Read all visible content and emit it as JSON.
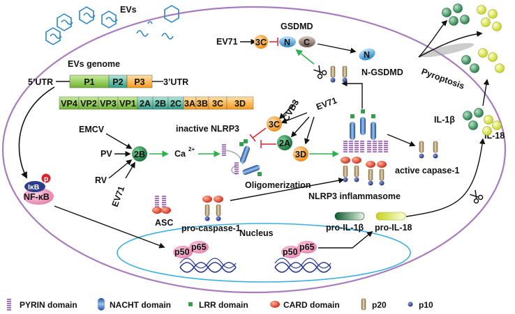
{
  "labels": {
    "evs": "EVs",
    "evs_genome": "EVs genome",
    "utr5": "5’UTR",
    "utr3": "3’UTR",
    "gsdmd": "GSDMD",
    "n_gsdmd": "N-GSDMD",
    "pyroptosis": "Pyroptosis",
    "inactive_nlrp3": "inactive NLRP3",
    "ca": "Ca",
    "ca_sup": "2+",
    "oligomerization": "Oligomerization",
    "nlrp3_inflammasome": "NLRP3 inflammasome",
    "active_caspase": "active capase-1",
    "il1b": "IL-1β",
    "il18": "IL-18",
    "asc": "ASC",
    "pro_caspase": "pro-caspase-1",
    "pro_il1b": "pro-IL-1β",
    "pro_il18": "pro-IL-18",
    "nucleus": "Nucleus",
    "ikb": "IκB",
    "p": "p",
    "nfkb": "NF-κB",
    "p50": "p50",
    "p65": "p65"
  },
  "genome_segments": [
    {
      "label": "P1",
      "color": "#8dc63f"
    },
    {
      "label": "P2",
      "color": "#4db8a0"
    },
    {
      "label": "P3",
      "color": "#f7a530"
    }
  ],
  "polyprotein": [
    {
      "label": "VP4",
      "color": "#8dc63f"
    },
    {
      "label": "VP2",
      "color": "#8dc63f"
    },
    {
      "label": "VP3",
      "color": "#8dc63f"
    },
    {
      "label": "VP1",
      "color": "#8dc63f"
    },
    {
      "label": "2A",
      "color": "#3aab9a"
    },
    {
      "label": "2B",
      "color": "#3aab9a"
    },
    {
      "label": "2C",
      "color": "#3aab9a"
    },
    {
      "label": "3A",
      "color": "#f7a530"
    },
    {
      "label": "3B",
      "color": "#f7a530"
    },
    {
      "label": "3C",
      "color": "#f7a530"
    },
    {
      "label": "3D",
      "color": "#f7a530"
    }
  ],
  "viruses": {
    "ev71_top": "EV71",
    "cvb3": "CVB3",
    "ev71_mid": "EV71",
    "emcv": "EMCV",
    "pv": "PV",
    "rv": "RV",
    "ev71_low": "EV71"
  },
  "proteases": {
    "c3_top": "3C",
    "c3_mid": "3C",
    "a2": "2A",
    "d3": "3D",
    "b2": "2B"
  },
  "gsdmd_parts": {
    "n": "N",
    "c": "C",
    "n2": "N"
  },
  "legend": [
    {
      "icon": "pyrin",
      "label": "PYRIN domain"
    },
    {
      "icon": "nacht",
      "label": "NACHT domain"
    },
    {
      "icon": "lrr",
      "label": "LRR domain"
    },
    {
      "icon": "card",
      "label": "CARD domain"
    },
    {
      "icon": "p20",
      "label": "p20"
    },
    {
      "icon": "p10",
      "label": "p10"
    }
  ],
  "colors": {
    "cell_border": "#a77bbd",
    "nucleus_border": "#3ab0e0",
    "virus_blue": "#2a86c8",
    "arrow_green": "#2bb24c",
    "inhibit_red": "#d9232d",
    "protease_orange": "#f7941d",
    "protease_green": "#1f8a4a",
    "il_green": "#2e8b57",
    "il_yellow": "#d8e21b",
    "pyrin_purple": "#8e44ad",
    "card_red": "#e0412b",
    "nacht_blue": "#2a6db5",
    "lrr_green": "#27a844",
    "p20_tan": "#b39a6b",
    "p10_navy": "#2d3f8c"
  }
}
